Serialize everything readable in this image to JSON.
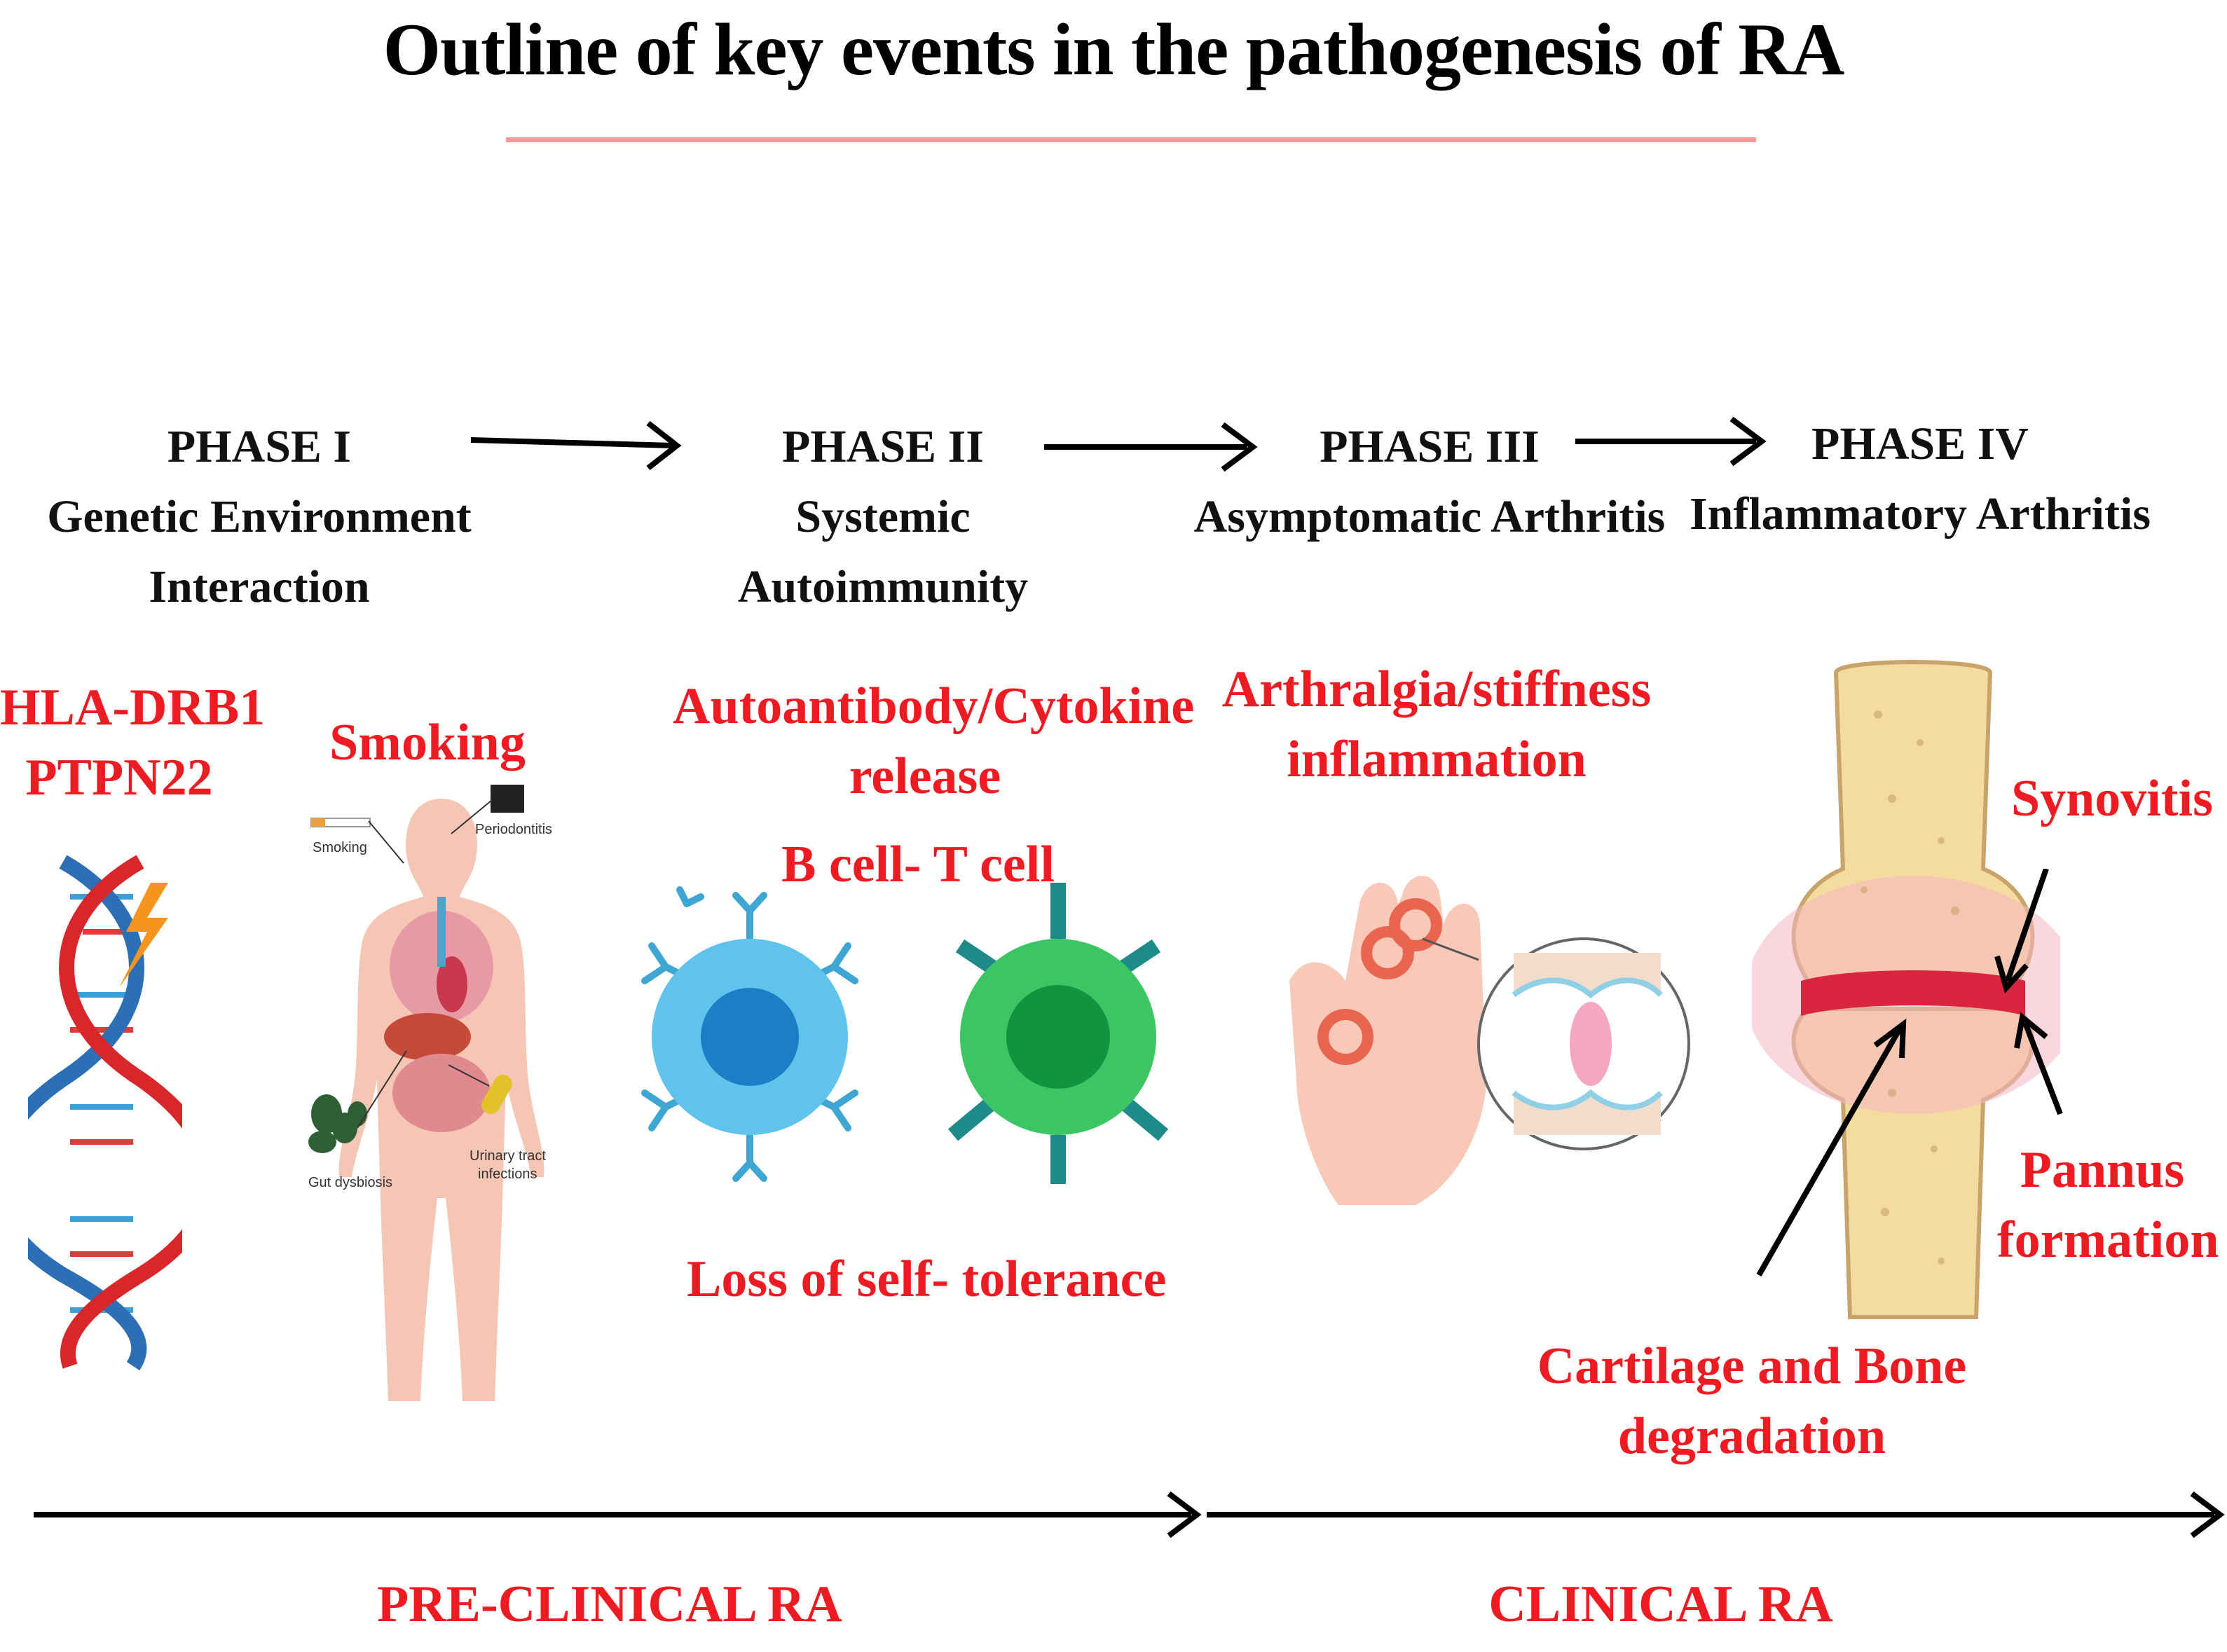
{
  "title": "Outline of key events in the pathogenesis of RA",
  "colors": {
    "accent_red": "#ee1b22",
    "title_rule": "#f09a9a",
    "arrow": "#000000"
  },
  "phases": [
    {
      "heading": "PHASE I",
      "lines": [
        "Genetic Environment",
        "Interaction"
      ]
    },
    {
      "heading": "PHASE II",
      "lines": [
        "Systemic",
        "Autoimmunity"
      ]
    },
    {
      "heading": "PHASE III",
      "lines": [
        "Asymptomatic Arthritis"
      ]
    },
    {
      "heading": "PHASE IV",
      "lines": [
        "Inflammatory Arthritis"
      ]
    }
  ],
  "phase1": {
    "genes": [
      "HLA-DRB1",
      "PTPN22"
    ],
    "smoking": "Smoking",
    "body_labels": {
      "smoking": "Smoking",
      "periodontitis": "Periodontitis",
      "gut": "Gut dysbiosis",
      "urinary": [
        "Urinary tract",
        "infections"
      ]
    }
  },
  "phase2": {
    "release": [
      "Autoantibody/Cytokine",
      "release"
    ],
    "cells": "B cell- T cell",
    "tolerance": "Loss of self- tolerance"
  },
  "phase3": {
    "symptoms": [
      "Arthralgia/stiffness",
      "inflammation"
    ]
  },
  "phase4": {
    "synovitis": "Synovitis",
    "pannus": [
      "Pannus",
      "formation"
    ],
    "degradation": [
      "Cartilage and Bone",
      "degradation"
    ]
  },
  "stages": {
    "preclinical": "PRE-CLINICAL RA",
    "clinical": "CLINICAL RA"
  }
}
